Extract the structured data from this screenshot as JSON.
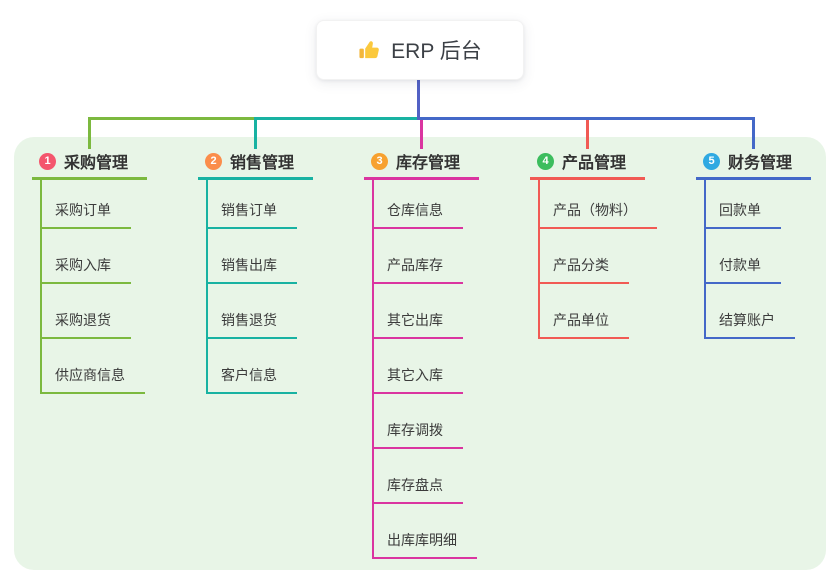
{
  "root": {
    "title": "ERP 后台",
    "icon": "thumbs-up-icon"
  },
  "canvas": {
    "page_bg": "#ffffff",
    "panel_bg": "#e8f5e7",
    "trunk_color": "#5261c5",
    "text_color": "#333333"
  },
  "branches": [
    {
      "num": "1",
      "label": "采购管理",
      "line_color": "#7cb93f",
      "badge_color": "#f4566d",
      "items": [
        "采购订单",
        "采购入库",
        "采购退货",
        "供应商信息"
      ]
    },
    {
      "num": "2",
      "label": "销售管理",
      "line_color": "#18b2a2",
      "badge_color": "#fb8d4b",
      "items": [
        "销售订单",
        "销售出库",
        "销售退货",
        "客户信息"
      ]
    },
    {
      "num": "3",
      "label": "库存管理",
      "line_color": "#da35a0",
      "badge_color": "#f7a12f",
      "items": [
        "仓库信息",
        "产品库存",
        "其它出库",
        "其它入库",
        "库存调拨",
        "库存盘点",
        "出库库明细"
      ]
    },
    {
      "num": "4",
      "label": "产品管理",
      "line_color": "#f15a54",
      "badge_color": "#3cbd5e",
      "items": [
        "产品（物料）",
        "产品分类",
        "产品单位"
      ]
    },
    {
      "num": "5",
      "label": "财务管理",
      "line_color": "#4468c8",
      "badge_color": "#2fa9e2",
      "items": [
        "回款单",
        "付款单",
        "结算账户"
      ]
    }
  ]
}
